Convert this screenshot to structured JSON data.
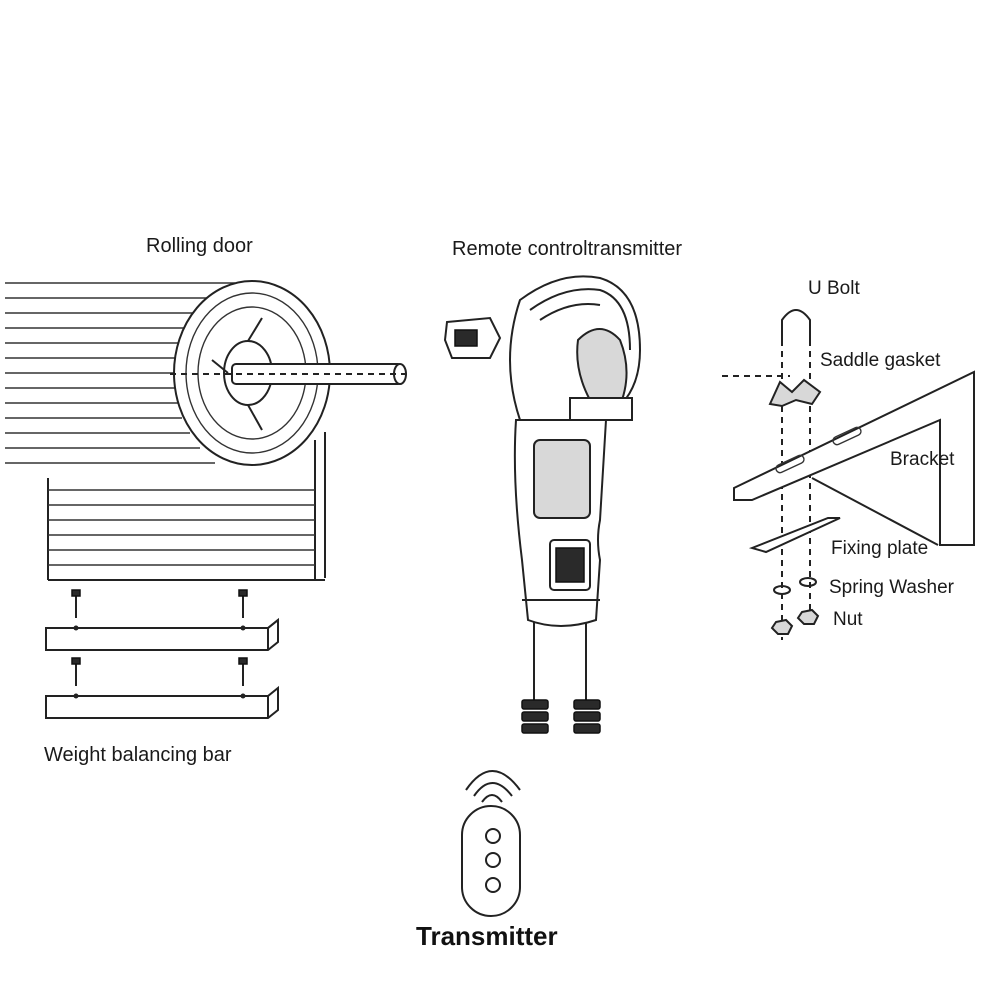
{
  "labels": {
    "rolling_door": "Rolling door",
    "remote_control_transmitter": "Remote controltransmitter",
    "u_bolt": "U Bolt",
    "saddle_gasket": "Saddle gasket",
    "bracket": "Bracket",
    "fixing_plate": "Fixing plate",
    "spring_washer": "Spring Washer",
    "nut": "Nut",
    "weight_balancing_bar": "Weight balancing bar",
    "transmitter": "Transmitter"
  },
  "colors": {
    "line": "#222222",
    "background": "#ffffff",
    "text": "#1a1a1a"
  },
  "icons": {
    "signal": "wifi-signal-icon",
    "remote": "remote-control-icon"
  }
}
